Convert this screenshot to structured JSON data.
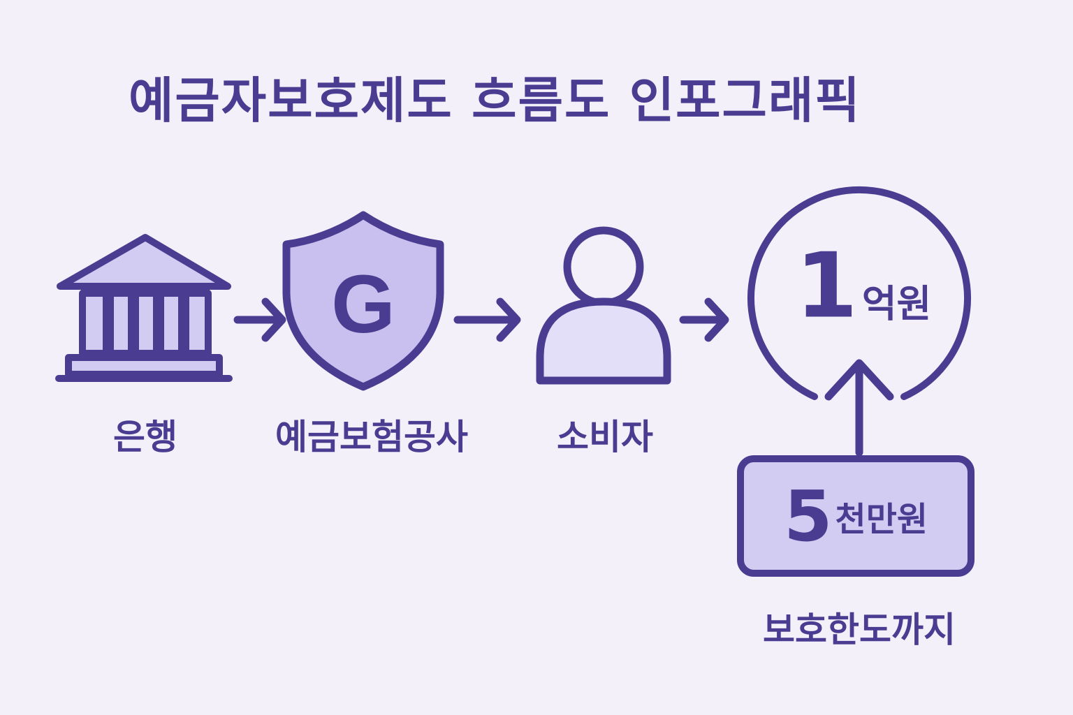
{
  "title": "예금자보호제도 흐름도 인포그래픽",
  "nodes": {
    "bank": {
      "label": "은행",
      "icon": "bank-icon"
    },
    "kdic": {
      "label": "예금보험공사",
      "icon": "shield-icon",
      "emblem": "G"
    },
    "consumer": {
      "label": "소비자",
      "icon": "person-icon"
    }
  },
  "limit": {
    "new_amount_number": "1",
    "new_amount_unit": "억원",
    "old_amount_number": "5",
    "old_amount_unit": "천만원",
    "caption": "보호한도까지"
  },
  "colors": {
    "background": "#f3f0fa",
    "stroke": "#4a3d91",
    "fill_light": "#d2cbf2",
    "fill_lighter": "#e4dff8"
  }
}
